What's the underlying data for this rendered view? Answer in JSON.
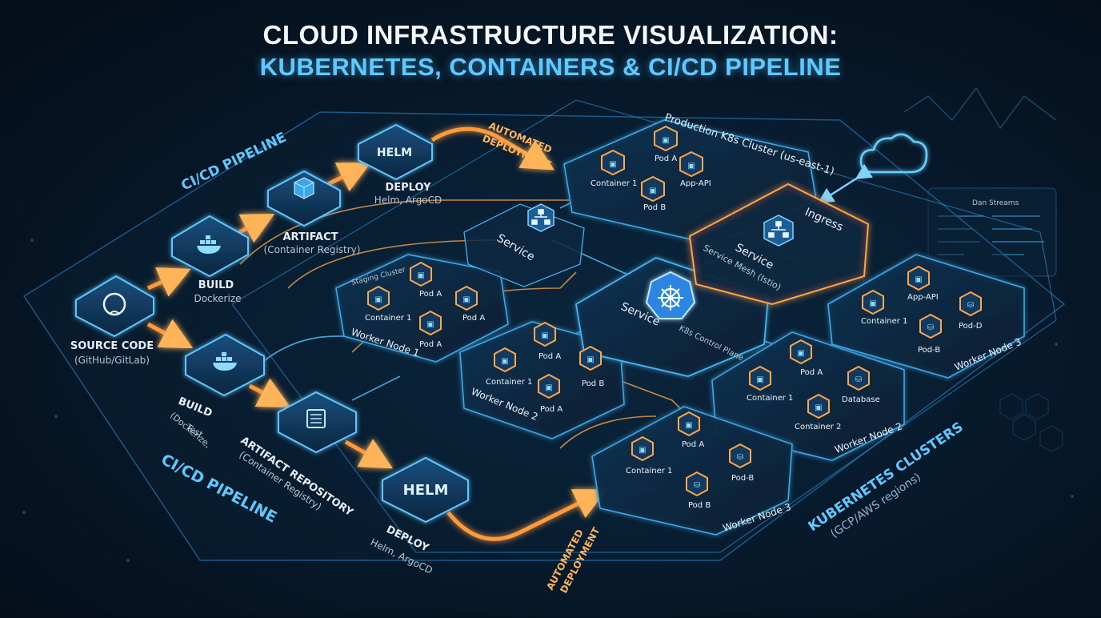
{
  "title": {
    "line1": "CLOUD INFRASTRUCTURE VISUALIZATION:",
    "line2": "KUBERNETES, CONTAINERS & CI/CD PIPELINE"
  },
  "colors": {
    "accent_cyan": "#5fc8ff",
    "accent_orange": "#ff9a3c",
    "panel_blue": "#1e6fb0",
    "background": "#06121f"
  },
  "pipeline": {
    "top_label": "CI/CD PIPELINE",
    "bottom_label": "CI/CD PIPELINE",
    "source": {
      "title": "SOURCE CODE",
      "subtitle": "(GitHub/GitLab)"
    },
    "build_top": {
      "title": "BUILD",
      "subtitle": "Dockerize"
    },
    "build_bottom": {
      "title": "BUILD",
      "subtitle1": "(Dockerize,",
      "subtitle2": "Test"
    },
    "artifact_top": {
      "title": "ARTIFACT",
      "subtitle": "(Container Registry)"
    },
    "artifact_bottom": {
      "title": "ARTIFACT REPOSITORY",
      "subtitle": "(Container Registry)"
    },
    "deploy_top": {
      "title": "DEPLOY",
      "subtitle": "Helm, ArgoCD",
      "icon_text": "HELM"
    },
    "deploy_bottom": {
      "title": "DEPLOY",
      "subtitle": "Helm, ArgoCD",
      "icon_text": "HELM"
    },
    "automated_top": {
      "line1": "AUTOMATED",
      "line2": "DEPLOYMENT"
    },
    "automated_bottom": {
      "line1": "AUTOMATED",
      "line2": "DEPLOYMENT"
    }
  },
  "clusters": {
    "production_label": "Production K8s Cluster (us-east-1)",
    "staging_label": "Staging Cluster",
    "control_plane": "K8s Control Plane",
    "service_left": "Service",
    "service_center": "Service",
    "ingress": "Ingress",
    "service_mesh_title": "Service",
    "service_mesh_sub": "Service Mesh (Istio)",
    "footer_title": "KUBERNETES CLUSTERS",
    "footer_sub": "(GCP/AWS regions)",
    "side_panel_heading": "Dan Streams"
  },
  "nodes": {
    "prod": {
      "pod_a": "Pod A",
      "container": "Container 1",
      "app_api": "App-API",
      "pod_b": "Pod B"
    },
    "wn1": {
      "name": "Worker Node 1",
      "pod_a1": "Pod A",
      "container": "Container 1",
      "pod_a2": "Pod A",
      "pod_a3": "Pod A"
    },
    "wn2": {
      "name": "Worker Node 2",
      "pod_a1": "Pod A",
      "container": "Container 1",
      "pod_b": "Pod B",
      "pod_a2": "Pod A"
    },
    "wn2r": {
      "name": "Worker Node 2",
      "pod_a": "Pod A",
      "container1": "Container 1",
      "database": "Database",
      "container2": "Container 2"
    },
    "wn3r": {
      "name": "Worker Node 3",
      "app_api": "App-API",
      "container": "Container 1",
      "pod_b": "Pod-B",
      "pod_d": "Pod-D"
    },
    "wn3b": {
      "name": "Worker Node 3",
      "pod_a": "Pod A",
      "container": "Container 1",
      "pod_b1": "Pod-B",
      "pod_b2": "Pod B"
    }
  }
}
